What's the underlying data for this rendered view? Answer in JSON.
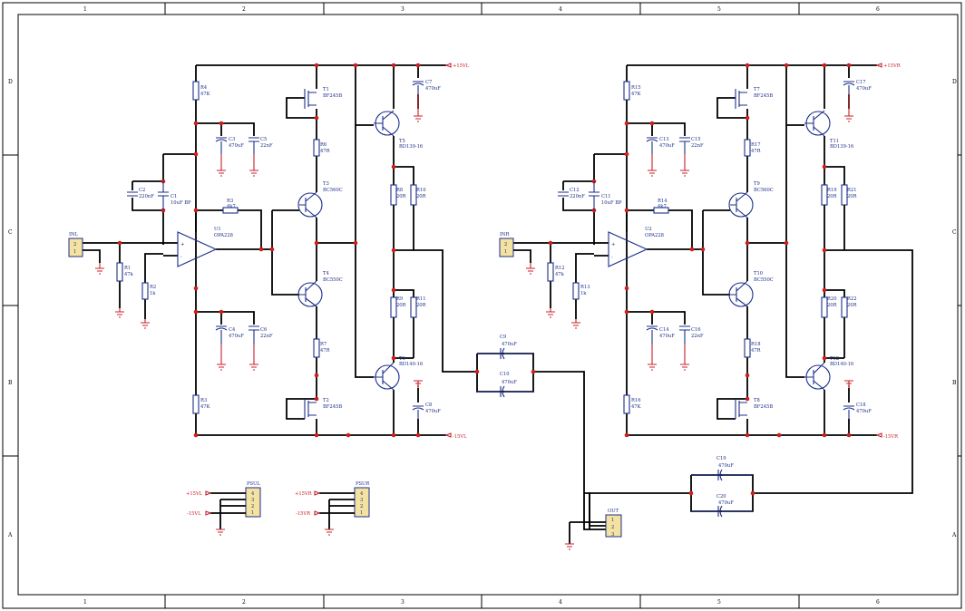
{
  "border": {
    "cols": [
      "1",
      "2",
      "3",
      "4",
      "5",
      "6"
    ],
    "rows": [
      "D",
      "C",
      "B",
      "A"
    ]
  },
  "left": {
    "r_top": {
      "ref": "R4",
      "val": "47K"
    },
    "r_bot": {
      "ref": "R3",
      "val": "47K"
    },
    "c_top_a": {
      "ref": "C3",
      "val": "470uF"
    },
    "c_top_b": {
      "ref": "C5",
      "val": "22nF"
    },
    "c_bot_a": {
      "ref": "C4",
      "val": "470uF"
    },
    "c_bot_b": {
      "ref": "C6",
      "val": "22nF"
    },
    "c_fb": {
      "ref": "C2",
      "val": "220nF"
    },
    "c_in": {
      "ref": "C1",
      "val": "10uF BP"
    },
    "r_fb": {
      "ref": "R3",
      "val": "4k7"
    },
    "opamp": {
      "ref": "U1",
      "val": "OPA228"
    },
    "jfet_top": {
      "ref": "T1",
      "val": "BF245B"
    },
    "jfet_bot": {
      "ref": "T2",
      "val": "BF245B"
    },
    "r_jt": {
      "ref": "R6",
      "val": "47R"
    },
    "r_jb": {
      "ref": "R7",
      "val": "47R"
    },
    "q_drv_top": {
      "ref": "T3",
      "val": "BC560C"
    },
    "q_drv_bot": {
      "ref": "T4",
      "val": "BC550C"
    },
    "q_out_top": {
      "ref": "T5",
      "val": "BD139-16"
    },
    "q_out_bot": {
      "ref": "T6",
      "val": "BD140-16"
    },
    "re_a": {
      "ref": "R8",
      "val": "20R"
    },
    "re_b": {
      "ref": "R10",
      "val": "20R"
    },
    "re_c": {
      "ref": "R9",
      "val": "20R"
    },
    "re_d": {
      "ref": "R11",
      "val": "20R"
    },
    "c_rail_top": {
      "ref": "C7",
      "val": "470uF"
    },
    "c_rail_bot": {
      "ref": "C8",
      "val": "470uF"
    },
    "r_in": {
      "ref": "R1",
      "val": "47k"
    },
    "r_gnd": {
      "ref": "R2",
      "val": "1k"
    },
    "jack": {
      "ref": "INL"
    },
    "rail_pos": "+15VL",
    "rail_neg": "-15VL",
    "c_out_a": {
      "ref": "C9",
      "val": "470uF"
    },
    "c_out_b": {
      "ref": "C10",
      "val": "470uF"
    }
  },
  "right": {
    "r_top": {
      "ref": "R15",
      "val": "47K"
    },
    "r_bot": {
      "ref": "R16",
      "val": "47K"
    },
    "c_top_a": {
      "ref": "C13",
      "val": "470uF"
    },
    "c_top_b": {
      "ref": "C15",
      "val": "22nF"
    },
    "c_bot_a": {
      "ref": "C14",
      "val": "470uF"
    },
    "c_bot_b": {
      "ref": "C16",
      "val": "22nF"
    },
    "c_fb": {
      "ref": "C12",
      "val": "220nF"
    },
    "c_in": {
      "ref": "C11",
      "val": "10uF BP"
    },
    "r_fb": {
      "ref": "R14",
      "val": "4k7"
    },
    "opamp": {
      "ref": "U2",
      "val": "OPA228"
    },
    "jfet_top": {
      "ref": "T7",
      "val": "BF245B"
    },
    "jfet_bot": {
      "ref": "T8",
      "val": "BF245B"
    },
    "r_jt": {
      "ref": "R17",
      "val": "47R"
    },
    "r_jb": {
      "ref": "R18",
      "val": "47R"
    },
    "q_drv_top": {
      "ref": "T9",
      "val": "BC560C"
    },
    "q_drv_bot": {
      "ref": "T10",
      "val": "BC550C"
    },
    "q_out_top": {
      "ref": "T11",
      "val": "BD139-16"
    },
    "q_out_bot": {
      "ref": "T12",
      "val": "BD140-16"
    },
    "re_a": {
      "ref": "R19",
      "val": "20R"
    },
    "re_b": {
      "ref": "R21",
      "val": "20R"
    },
    "re_c": {
      "ref": "R20",
      "val": "20R"
    },
    "re_d": {
      "ref": "R22",
      "val": "20R"
    },
    "c_rail_top": {
      "ref": "C17",
      "val": "470uF"
    },
    "c_rail_bot": {
      "ref": "C18",
      "val": "470uF"
    },
    "r_in": {
      "ref": "R12",
      "val": "47k"
    },
    "r_gnd": {
      "ref": "R13",
      "val": "1k"
    },
    "jack": {
      "ref": "INR"
    },
    "rail_pos": "+15VR",
    "rail_neg": "-15VR",
    "c_out_a": {
      "ref": "C19",
      "val": "470uF"
    },
    "c_out_b": {
      "ref": "C20",
      "val": "470uF"
    }
  },
  "psu_left": {
    "ref": "PSUL",
    "pins": [
      "4",
      "3",
      "2",
      "1"
    ],
    "pos": "+15VL",
    "neg": "-15VL"
  },
  "psu_right": {
    "ref": "PSUR",
    "pins": [
      "4",
      "3",
      "2",
      "1"
    ],
    "pos": "+15VR",
    "neg": "-15VR"
  },
  "out_conn": {
    "ref": "OUT",
    "pins": [
      "1",
      "2",
      "3"
    ]
  },
  "colors": {
    "wire": "#000000",
    "part": "#1c2e8a",
    "junction": "#d21c1c",
    "connector": "#f4e3a0"
  }
}
